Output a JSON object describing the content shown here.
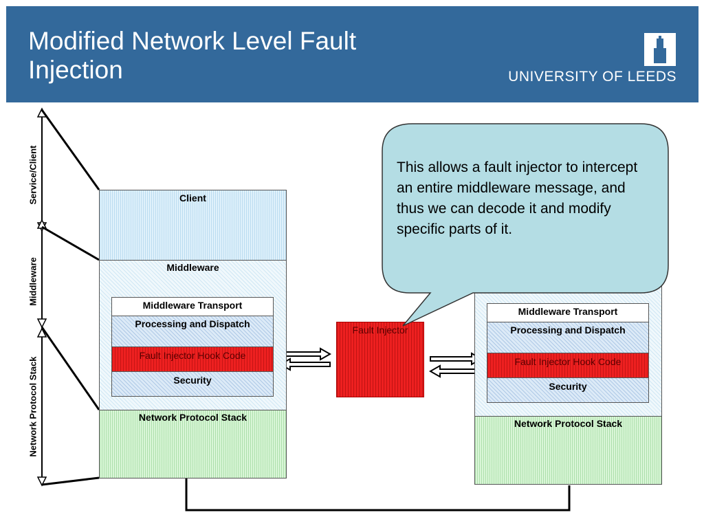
{
  "header": {
    "title_line1": "Modified Network Level Fault",
    "title_line2": "Injection",
    "university": "UNIVERSITY OF LEEDS",
    "color": "#33699b"
  },
  "side_labels": {
    "service_client": "Service/Client",
    "middleware": "Middleware",
    "network_protocol_stack": "Network Protocol Stack"
  },
  "left_stack": {
    "client": "Client",
    "middleware": "Middleware",
    "transport": "Middleware Transport",
    "processing": "Processing and Dispatch",
    "hook": "Fault Injector Hook Code",
    "security": "Security",
    "network": "Network Protocol Stack"
  },
  "fault_injector": "Fault Injector",
  "right_stack": {
    "transport": "Middleware Transport",
    "processing": "Processing and Dispatch",
    "hook": "Fault Injector Hook Code",
    "security": "Security",
    "network": "Network Protocol Stack"
  },
  "callout": {
    "text": "This allows a fault injector to intercept an entire middleware message, and thus we can decode it and modify specific parts of it.",
    "fill": "#b4dde4"
  }
}
